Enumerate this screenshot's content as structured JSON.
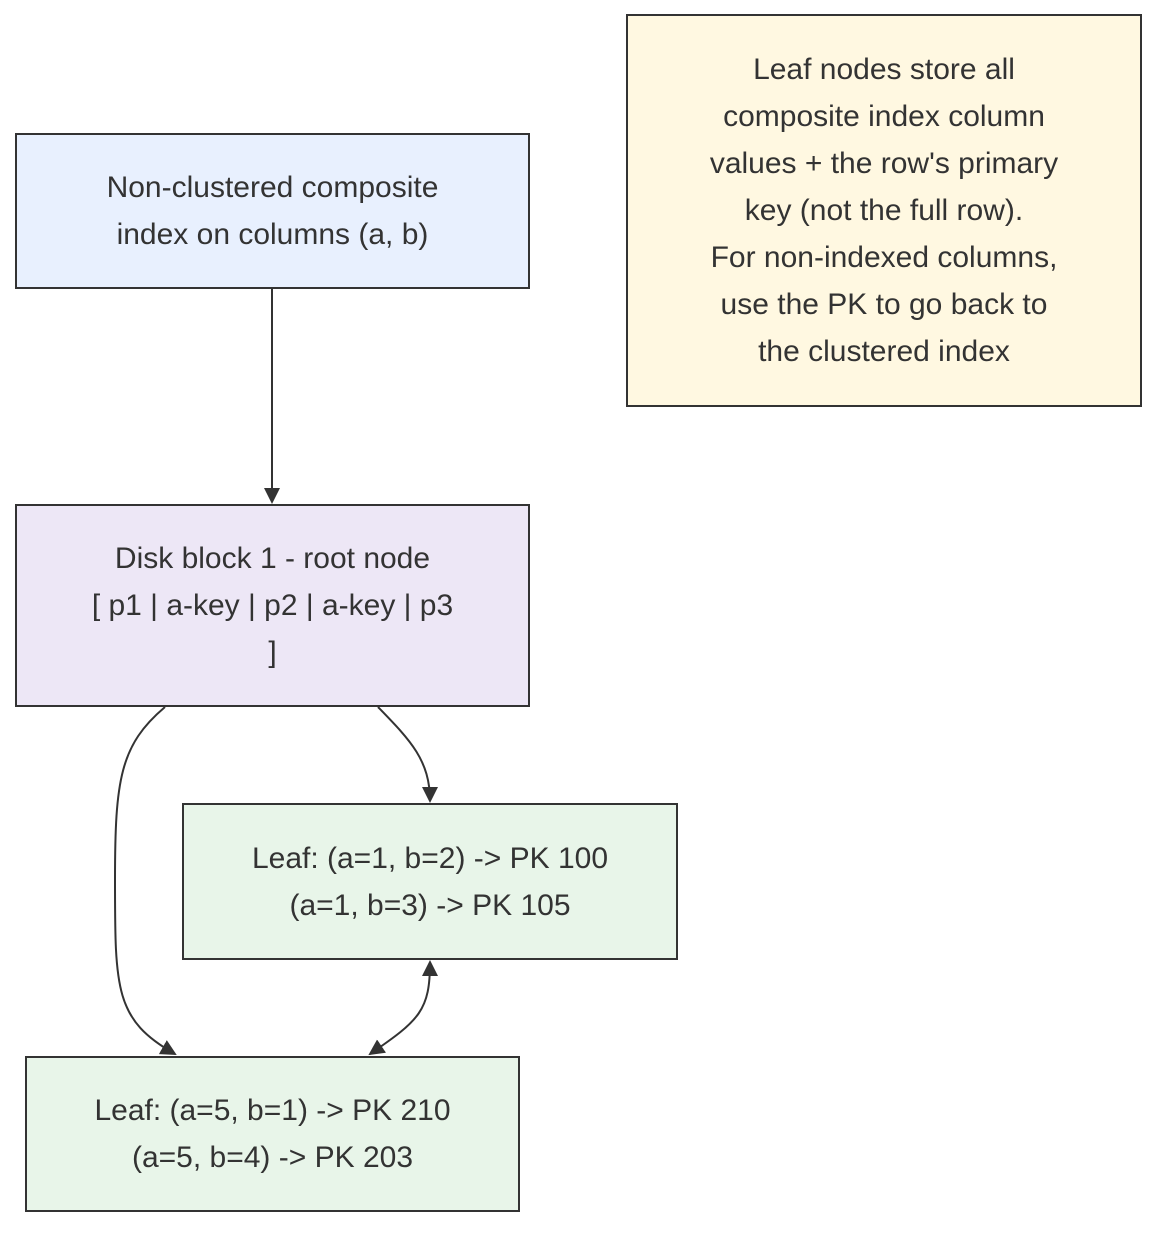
{
  "nodes": {
    "index": {
      "lines": [
        "Non-clustered composite",
        "index on columns (a, b)"
      ],
      "fill": "#e8f0fe"
    },
    "root": {
      "lines": [
        "Disk block 1 - root node",
        "[ p1 | a-key | p2 | a-key | p3",
        "]"
      ],
      "fill": "#ede7f6"
    },
    "leaf1": {
      "lines": [
        "Leaf: (a=1, b=2) -> PK 100",
        "(a=1, b=3) -> PK 105"
      ],
      "fill": "#e8f5e9"
    },
    "leaf2": {
      "lines": [
        "Leaf: (a=5, b=1) -> PK 210",
        "(a=5, b=4) -> PK 203"
      ],
      "fill": "#e8f5e9"
    },
    "note": {
      "lines": [
        "Leaf nodes store all",
        "composite index column",
        "values + the row's primary",
        "key (not the full row).",
        "For non-indexed columns,",
        "use the PK to go back to",
        "the clustered index"
      ],
      "fill": "#fff8e1"
    }
  },
  "edges": [
    {
      "from": "index",
      "to": "root",
      "direction": "forward"
    },
    {
      "from": "root",
      "to": "leaf1",
      "direction": "forward"
    },
    {
      "from": "root",
      "to": "leaf2",
      "direction": "forward"
    },
    {
      "from": "leaf1",
      "to": "leaf2",
      "direction": "both"
    }
  ],
  "colors": {
    "stroke": "#333333",
    "text": "#333333"
  }
}
